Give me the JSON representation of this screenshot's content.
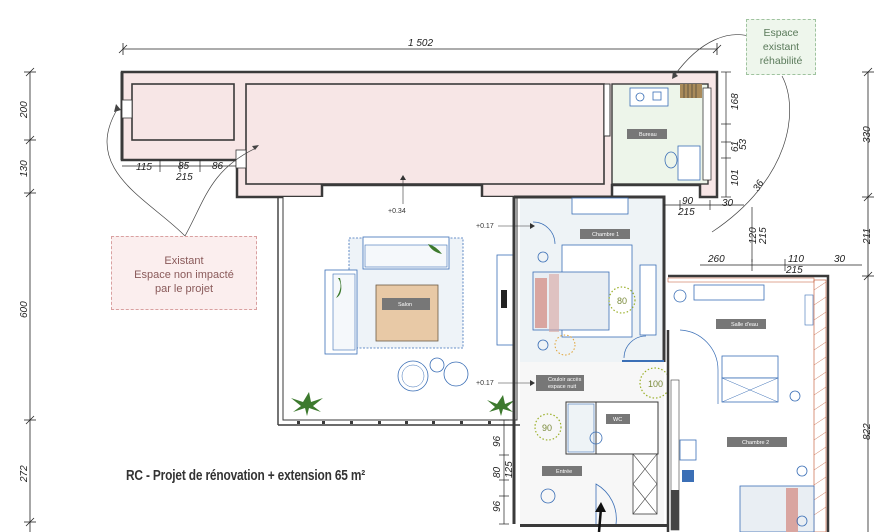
{
  "title": "RC - Projet de rénovation + extension 65 m²",
  "callouts": {
    "existing": [
      "Existant",
      "Espace non impacté",
      "par le projet"
    ],
    "rehab": [
      "Espace",
      "existant",
      "réhabilité"
    ]
  },
  "dimensions": {
    "top_total": "1 502",
    "left": [
      "200",
      "130",
      "600",
      "272"
    ],
    "inner_top": [
      "115",
      "85",
      "86",
      "215"
    ],
    "right_upper": [
      "168",
      "61",
      "53",
      "101",
      "36",
      "30",
      "90",
      "215"
    ],
    "right_mid": [
      "120",
      "215",
      "260",
      "110",
      "215",
      "30"
    ],
    "far_right": [
      "330",
      "211",
      "822"
    ],
    "lower_left": [
      "96",
      "80",
      "125",
      "96"
    ]
  },
  "levels": [
    "+0.34",
    "+0.17",
    "+0.17"
  ],
  "rooms": {
    "salon": "Salon",
    "bureau": "Bureau",
    "chambre1": "Chambre 1",
    "salle_eau": "Salle d'eau",
    "couloir": [
      "Couloir accès",
      "espace nuit"
    ],
    "wc": "WC",
    "chambre2": "Chambre 2",
    "entree": "Entrée"
  },
  "clearances": [
    "80",
    "100",
    "90"
  ],
  "colors": {
    "existing_fill": "#f7e6e6",
    "rehab_fill": "#edf5ea",
    "wall": "#3a3a3a",
    "accent_blue": "#3b6fb6",
    "furniture_tan": "#e8c9a6",
    "bed_pink": "#d9a5a0",
    "plant": "#3d7a2e"
  }
}
